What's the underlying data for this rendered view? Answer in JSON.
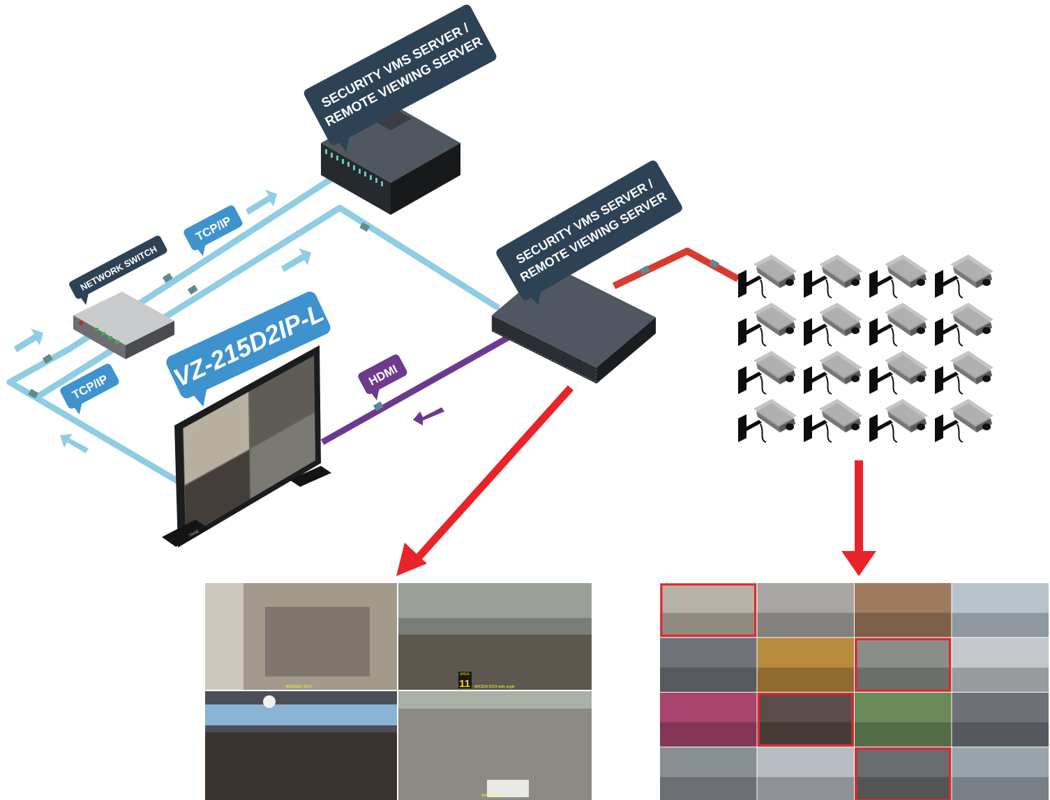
{
  "labels": {
    "vms_server_top": [
      "SECURITY VMS SERVER /",
      "REMOTE VIEWING SERVER"
    ],
    "vms_server_mid": [
      "SECURITY VMS SERVER /",
      "REMOTE VIEWING SERVER"
    ],
    "network_switch": "NETWORK SWITCH",
    "tcpip_upper": "TCP/IP",
    "tcpip_lower": "TCP/IP",
    "hdmi": "HDMI",
    "monitor_model": "VZ-215D2IP-L",
    "monitor_brand": "TANE"
  },
  "quad_view": {
    "captions": [
      "ADC818LT-D11Y",
      "ADC818-D323 wide angle",
      "",
      "ADC805-F316"
    ],
    "area_sign": {
      "word": "AREA",
      "number": "11"
    }
  },
  "camera_grid": {
    "rows": 4,
    "cols": 4
  },
  "video_wall": {
    "rows": 4,
    "cols": 4,
    "highlighted": [
      0,
      6,
      9,
      14
    ]
  },
  "colors": {
    "network_line": "#8fcde4",
    "hdmi_line": "#6b3a8e",
    "camera_line": "#d83b2e",
    "label_bg": "#2e4256",
    "tcp_label_bg": "#3e93cf",
    "hdmi_label_bg": "#6d3a8c",
    "red_arrow": "#e8242a",
    "highlight": "#e8242a"
  }
}
